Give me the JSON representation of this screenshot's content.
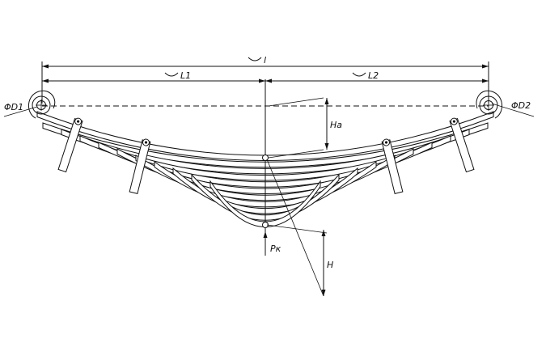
{
  "labels": {
    "total_length": "l",
    "left_length": "L1",
    "right_length": "L2",
    "left_eye_dia": "ΦD1",
    "right_eye_dia": "ΦD2",
    "arc_height": "Ha",
    "load_height": "H",
    "load": "Pк"
  },
  "colors": {
    "stroke": "#111111",
    "background": "#ffffff"
  },
  "icons": {
    "arc_symbol": "arc-length-symbol-icon"
  },
  "spring": {
    "leaf_count": 11
  }
}
